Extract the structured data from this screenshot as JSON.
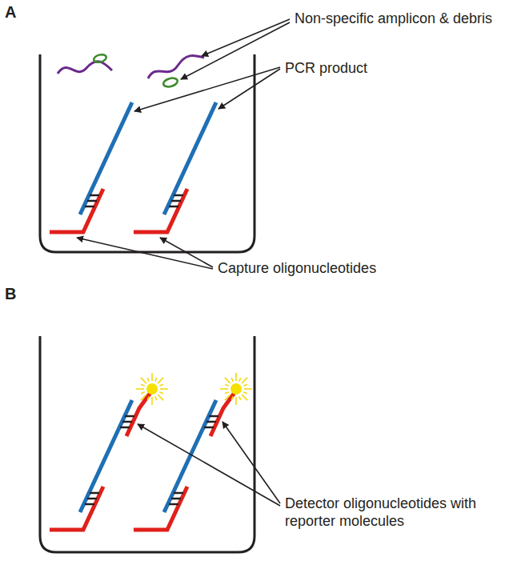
{
  "diagram": {
    "labels": [
      "A",
      "Non-specific amplicon & debris",
      "PCR product",
      "Capture oligonucleotides",
      "B",
      "Detector oligonucleotides with reporter molecules"
    ]
  }
}
